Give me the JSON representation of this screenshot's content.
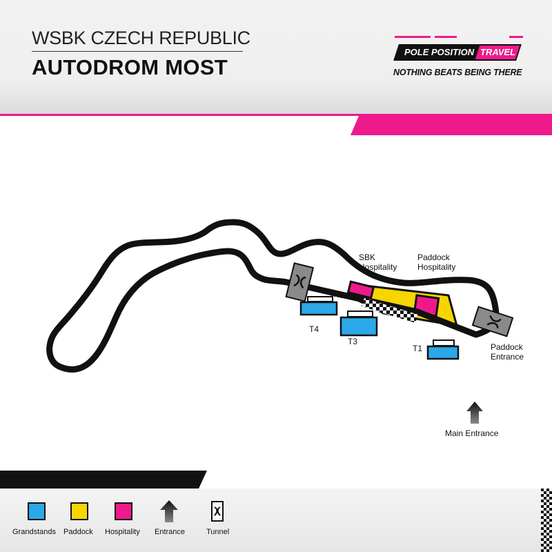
{
  "header": {
    "event": "WSBK CZECH REPUBLIC",
    "circuit": "AUTODROM MOST"
  },
  "logo": {
    "brand": "POLE POSITION",
    "brand_highlight": "TRAVEL",
    "tagline": "NOTHING BEATS BEING THERE"
  },
  "map": {
    "labels": {
      "sbk_hospitality": [
        "SBK",
        "Hospitality"
      ],
      "paddock_hospitality": [
        "Paddock",
        "Hospitality"
      ],
      "t4": "T4",
      "t3": "T3",
      "t1": "T1",
      "paddock_entrance": [
        "Paddock",
        "Entrance"
      ],
      "main_entrance": "Main Entrance"
    }
  },
  "legend": [
    {
      "label": "Grandstands",
      "color": "#2aa8e8",
      "kind": "swatch"
    },
    {
      "label": "Paddock",
      "color": "#f6d500",
      "kind": "swatch"
    },
    {
      "label": "Hospitality",
      "color": "#ee1a8c",
      "kind": "swatch"
    },
    {
      "label": "Entrance",
      "icon": "arrow-up-icon",
      "kind": "arrow"
    },
    {
      "label": "Tunnel",
      "icon": "tunnel-icon",
      "kind": "tunnel"
    }
  ],
  "colors": {
    "accent": "#ee1a8c",
    "grandstand": "#2aa8e8",
    "paddock": "#f6d500",
    "hospitality": "#ee1a8c",
    "track": "#111111"
  }
}
